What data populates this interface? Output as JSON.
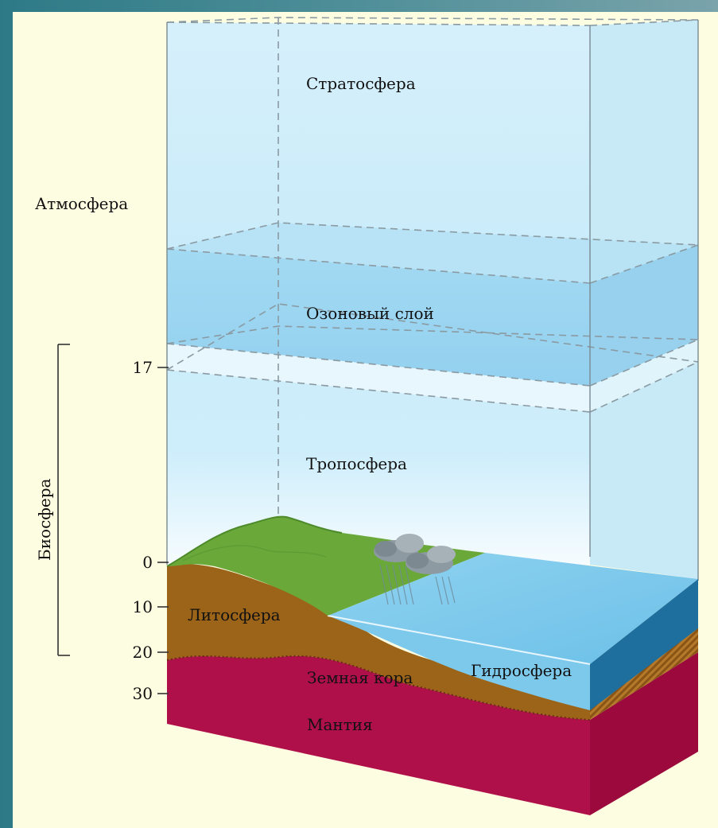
{
  "labels": {
    "stratosphere": "Стратосфера",
    "atmosphere": "Атмосфера",
    "ozone_layer": "Озоновый слой",
    "troposphere": "Тропосфера",
    "biosphere": "Биосфера",
    "lithosphere": "Литосфера",
    "earth_crust": "Земная кора",
    "hydrosphere": "Гидросфера",
    "mantle": "Мантия"
  },
  "scale": {
    "ticks": [
      "17",
      "0",
      "10",
      "20",
      "30"
    ]
  },
  "colors": {
    "background_frame": "#fdfde2",
    "border_teal": "#2d7a86",
    "sky": "#d9f1fb",
    "ozone": "#8fd0ee",
    "land_green": "#6aa83a",
    "lithosphere_brown": "#9a6418",
    "mantle": "#b01045",
    "water": "#73c6ea",
    "water_side": "#1f6f9e"
  }
}
